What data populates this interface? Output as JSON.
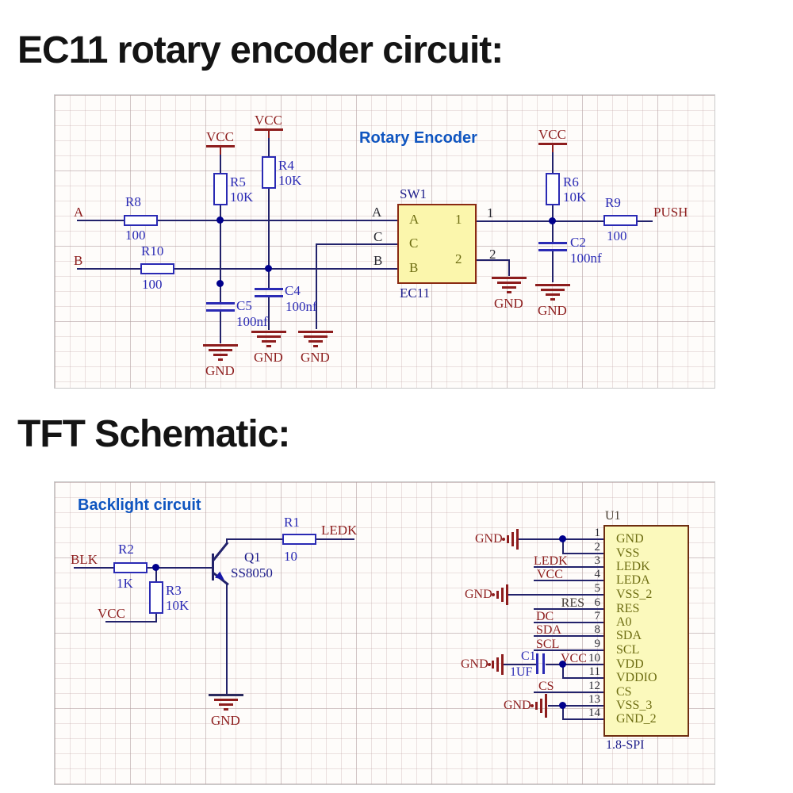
{
  "titles": {
    "t1": "EC11 rotary encoder circuit:",
    "t2": "TFT Schematic:"
  },
  "s1": {
    "caption": "Rotary Encoder",
    "vcc": "VCC",
    "gnd": "GND",
    "net_a": "A",
    "net_b": "B",
    "net_push": "PUSH",
    "parts": {
      "r8": {
        "ref": "R8",
        "val": "100"
      },
      "r10": {
        "ref": "R10",
        "val": "100"
      },
      "r5": {
        "ref": "R5",
        "val": "10K"
      },
      "r4": {
        "ref": "R4",
        "val": "10K"
      },
      "r6": {
        "ref": "R6",
        "val": "10K"
      },
      "r9": {
        "ref": "R9",
        "val": "100"
      },
      "c5": {
        "ref": "C5",
        "val": "100nf"
      },
      "c4": {
        "ref": "C4",
        "val": "100nf"
      },
      "c2": {
        "ref": "C2",
        "val": "100nf"
      }
    },
    "sw": {
      "ref": "SW1",
      "part": "EC11",
      "pins_left": [
        "A",
        "C",
        "B"
      ],
      "pins_right": [
        "1",
        "2"
      ]
    }
  },
  "s2": {
    "caption": "Backlight circuit",
    "vcc": "VCC",
    "gnd": "GND",
    "blk": "BLK",
    "ledk": "LEDK",
    "parts": {
      "r2": {
        "ref": "R2",
        "val": "1K"
      },
      "r3": {
        "ref": "R3",
        "val": "10K"
      },
      "r1": {
        "ref": "R1",
        "val": "10"
      },
      "q1": {
        "ref": "Q1",
        "part": "SS8050"
      },
      "c1": {
        "ref": "C1",
        "val": "1UF"
      }
    },
    "chip": {
      "ref": "U1",
      "footprint": "1.8-SPI",
      "pins": [
        {
          "num": "1",
          "name": "GND"
        },
        {
          "num": "2",
          "name": "VSS"
        },
        {
          "num": "3",
          "name": "LEDK",
          "label": "LEDK"
        },
        {
          "num": "4",
          "name": "LEDA",
          "label": "VCC"
        },
        {
          "num": "5",
          "name": "VSS_2"
        },
        {
          "num": "6",
          "name": "RES",
          "label": "RES"
        },
        {
          "num": "7",
          "name": "A0",
          "label": "DC"
        },
        {
          "num": "8",
          "name": "SDA",
          "label": "SDA"
        },
        {
          "num": "9",
          "name": "SCL",
          "label": "SCL"
        },
        {
          "num": "10",
          "name": "VDD",
          "label": "VCC"
        },
        {
          "num": "11",
          "name": "VDDIO"
        },
        {
          "num": "12",
          "name": "CS",
          "label": "CS"
        },
        {
          "num": "13",
          "name": "VSS_3"
        },
        {
          "num": "14",
          "name": "GND_2"
        }
      ]
    }
  }
}
